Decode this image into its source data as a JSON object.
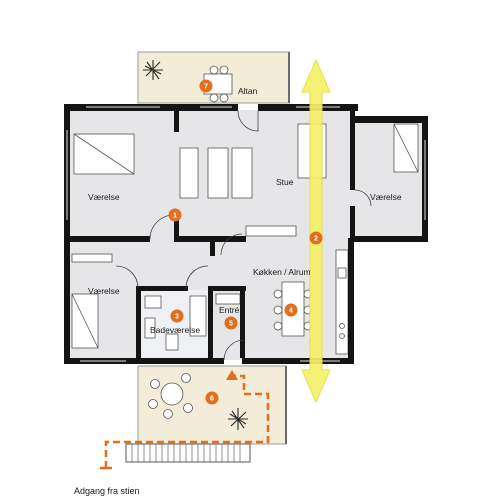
{
  "colors": {
    "wall": "#141414",
    "room_fill": "#e6e6e8",
    "terrace_fill": "#f2ecd9",
    "marker": "#e0701f",
    "route": "#e0701f",
    "sun_axis": "#f4f06a",
    "sun_axis_edge": "#e8df2e"
  },
  "rooms": {
    "balcony": "Altan",
    "bedroom_left_top": "Værelse",
    "living": "Stue",
    "bedroom_right": "Værelse",
    "kitchen": "Køkken / Alrum",
    "bedroom_left_bottom": "Værelse",
    "entrance": "Entré",
    "bathroom": "Badeværelse"
  },
  "markers": [
    {
      "id": "1",
      "place": "bedroom door"
    },
    {
      "id": "2",
      "place": "living room"
    },
    {
      "id": "3",
      "place": "bathroom"
    },
    {
      "id": "4",
      "place": "kitchen"
    },
    {
      "id": "5",
      "place": "entrance"
    },
    {
      "id": "6",
      "place": "terrace"
    },
    {
      "id": "7",
      "place": "balcony"
    }
  ],
  "access": {
    "label": "Adgang fra stien"
  },
  "icons": {
    "sun_axis": "double-arrow-icon",
    "plant": "plant-icon",
    "route": "dashed-route-icon"
  }
}
